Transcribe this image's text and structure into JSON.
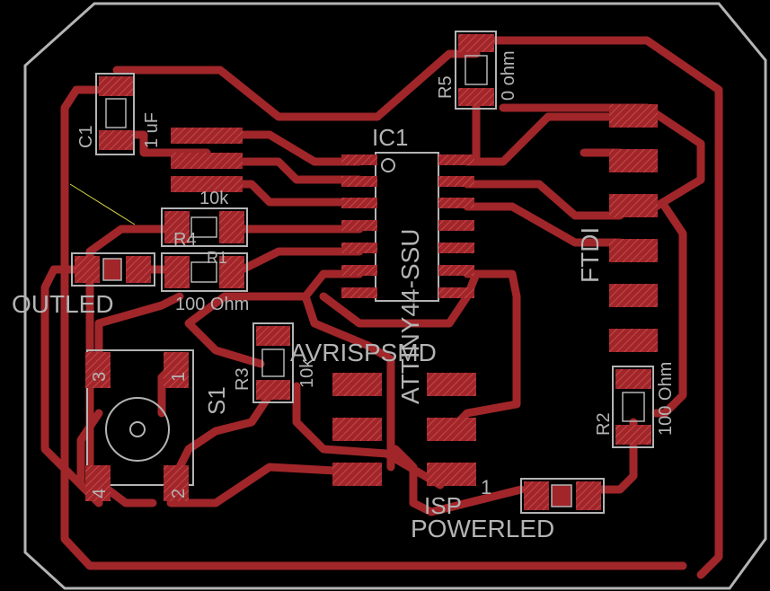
{
  "board": {
    "colors": {
      "background": "#000000",
      "copper": "#a0262a",
      "silkscreen": "#b4b4b4"
    }
  },
  "labels": {
    "ic1_name": "IC1",
    "ic1_value": "ATTINY44-SSU",
    "r5_name": "R5",
    "r5_value": "0 ohm",
    "c1_name": "C1",
    "c1_value": "1 uF",
    "r1_value": "10k",
    "r4_name": "R4",
    "r1_name": "R1",
    "r1_extra": "100 Ohm",
    "outled": "OUTLED",
    "avrisp": "AVRISPSMD",
    "r3_name": "R3",
    "r3_value": "10k",
    "s1_name": "S1",
    "ftdi": "FTDI",
    "r2_name": "R2",
    "r2_value": "100 Ohm",
    "isp": "ISP",
    "isp_pin1": "1",
    "powerled": "POWERLED",
    "sw_pin3": "3",
    "sw_pin1": "1",
    "sw_pin4": "4",
    "sw_pin2": "2"
  }
}
